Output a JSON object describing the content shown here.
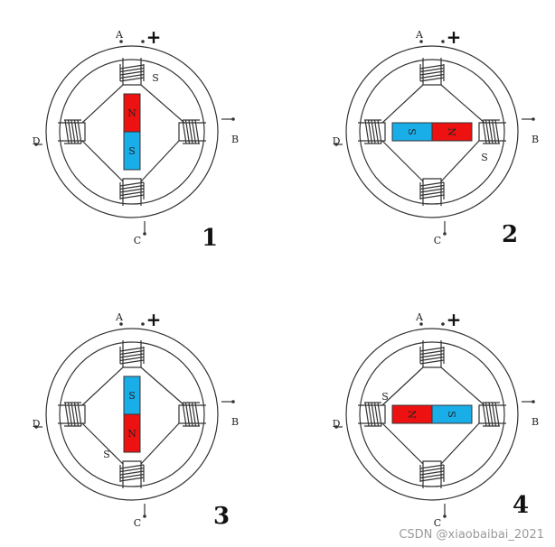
{
  "colors": {
    "north": "#ee1111",
    "south": "#1aaee8",
    "line": "#333333"
  },
  "terminals": {
    "A": "A",
    "B": "B",
    "C": "C",
    "D": "D",
    "plus": "+"
  },
  "poles": {
    "north": "N",
    "south": "S"
  },
  "panels": [
    {
      "number": "1",
      "rotor": "vertical-ns",
      "stator_s_pole": "top"
    },
    {
      "number": "2",
      "rotor": "horizontal-sn",
      "stator_s_pole": "right"
    },
    {
      "number": "3",
      "rotor": "vertical-sn",
      "stator_s_pole": "bottom"
    },
    {
      "number": "4",
      "rotor": "horizontal-ns",
      "stator_s_pole": "left"
    }
  ],
  "watermark": "CSDN @xiaobaibai_2021"
}
